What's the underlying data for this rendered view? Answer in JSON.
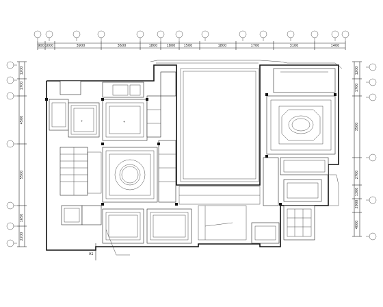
{
  "top_dimensions": [
    "900",
    "1000",
    "3900",
    "3600",
    "1800",
    "1800",
    "1500",
    "1800",
    "1700",
    "3100",
    "1400"
  ],
  "left_dimensions": [
    "1200",
    "1700",
    "4500",
    "5500",
    "1650",
    "2200"
  ],
  "right_dimensions": [
    "1200",
    "1700",
    "3500",
    "2700",
    "1300",
    "2900",
    "4000"
  ],
  "top_axis_count": 14,
  "left_axis_count": 7,
  "right_axis_count": 6,
  "section_mark": "A1"
}
